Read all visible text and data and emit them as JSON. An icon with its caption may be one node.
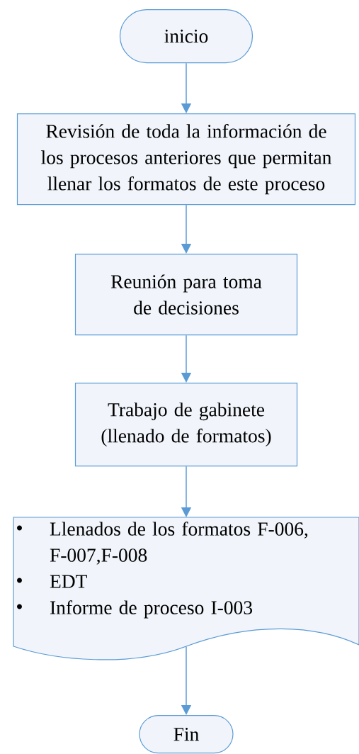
{
  "diagram": {
    "nodes": [
      {
        "text": [
          "inicio"
        ]
      },
      {
        "text": [
          "Revisión de toda la información de los procesos anteriores que permitan llenar los formatos de este proceso"
        ]
      },
      {
        "text": [
          "Reunión para  toma de decisiones"
        ]
      },
      {
        "text": [
          "Trabajo de gabinete (llenado de formatos)"
        ]
      },
      {
        "text": [
          "Llenados de los formatos F-006, F-007,F-008",
          "EDT",
          "Informe de proceso I-003"
        ]
      },
      {
        "text": [
          "Fin"
        ]
      }
    ],
    "edges": [
      {
        "from": 0,
        "to": 1,
        "arrow": "to"
      },
      {
        "from": 1,
        "to": 2,
        "arrow": "to"
      },
      {
        "from": 2,
        "to": 3,
        "arrow": "to"
      },
      {
        "from": 3,
        "to": 4,
        "arrow": "to"
      },
      {
        "from": 4,
        "to": 5,
        "arrow": "to"
      }
    ]
  }
}
